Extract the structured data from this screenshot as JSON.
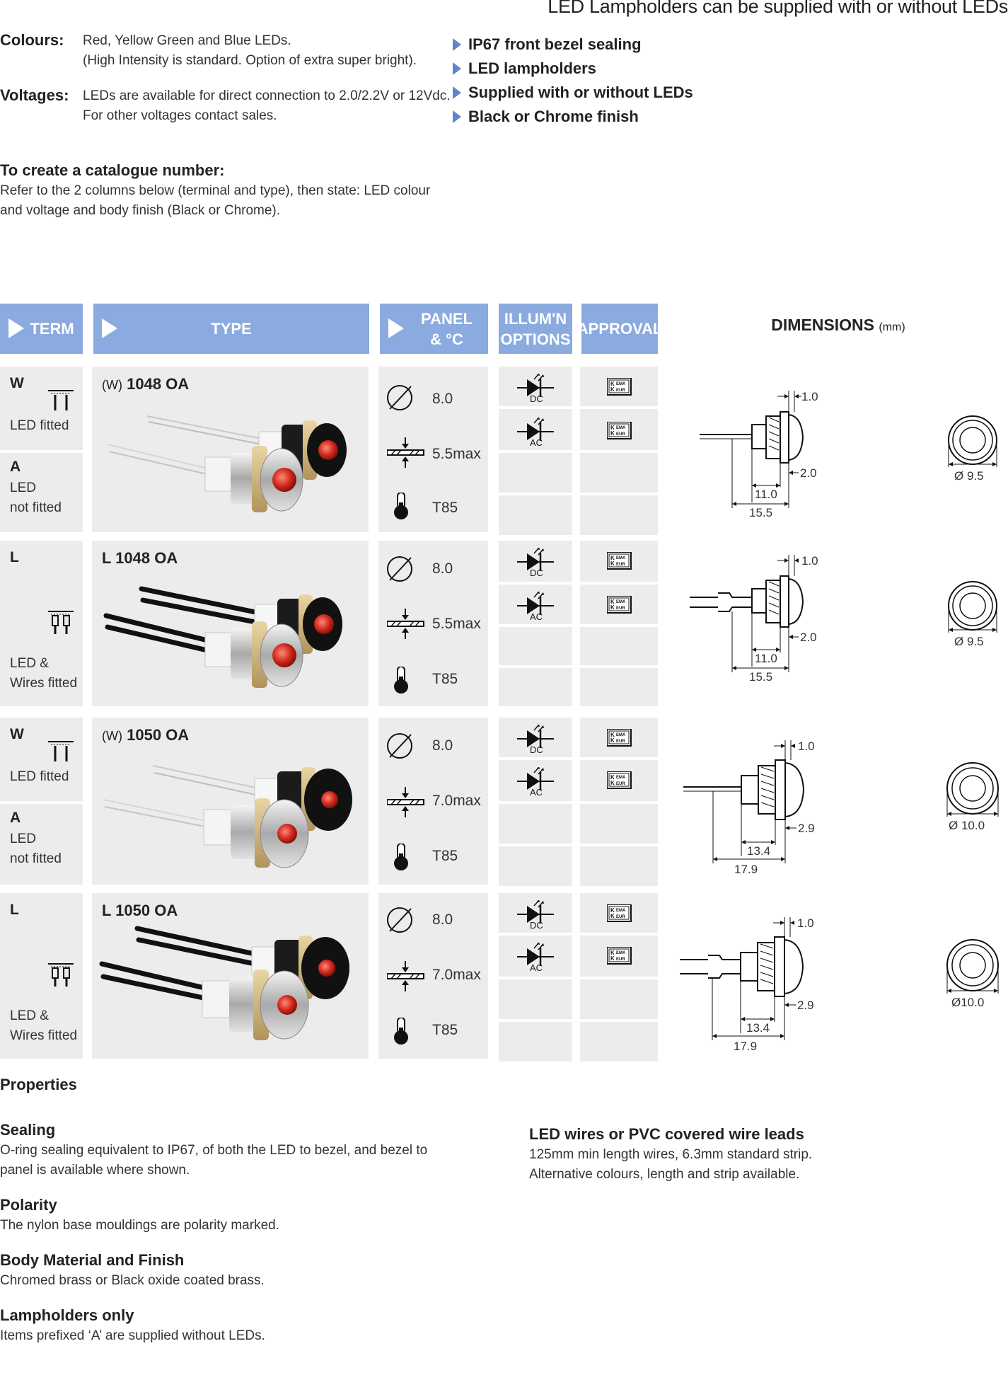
{
  "header": {
    "title": "LED Lampholders can be supplied with or without LEDs"
  },
  "specs": {
    "colours_label": "Colours:",
    "colours_line1": "Red, Yellow Green and Blue LEDs.",
    "colours_line2": "(High Intensity is standard.  Option of extra super bright).",
    "voltages_label": "Voltages:",
    "voltages_line1": "LEDs are available for direct connection to 2.0/2.2V or 12Vdc.",
    "voltages_line2": "For other voltages contact sales."
  },
  "bullets": [
    "IP67 front bezel sealing",
    "LED lampholders",
    "Supplied with or without LEDs",
    "Black or Chrome finish"
  ],
  "catalogue": {
    "title": "To create a catalogue number:",
    "text": "Refer to the 2 columns below (terminal and type), then state: LED colour and voltage and body finish (Black or Chrome)."
  },
  "table_headers": {
    "term": "TERM",
    "type": "TYPE",
    "panel_line1": "PANEL",
    "panel_line2": "& °C",
    "illum_line1": "ILLUM'N",
    "illum_line2": "OPTIONS",
    "approval": "APPROVAL",
    "dimensions": "DIMENSIONS",
    "dimensions_unit": "(mm)"
  },
  "rows": [
    {
      "term_a_letter": "W",
      "term_a_text": "LED fitted",
      "term_b_letter": "A",
      "term_b_line1": "LED",
      "term_b_line2": "not fitted",
      "type_prefix": "(W)",
      "type_name": "1048 OA",
      "panel_dia": "8.0",
      "panel_thick": "5.5max",
      "panel_temp": "T85",
      "illum": [
        "DC",
        "AC"
      ],
      "approval": "KEMA KEUR",
      "dims": {
        "top": "1.0",
        "side": "2.0",
        "inner": "11.0",
        "outer": "15.5",
        "dia": "Ø 9.5"
      }
    },
    {
      "term_a_letter": "L",
      "term_c_line1": "LED &",
      "term_c_line2": "Wires fitted",
      "type_prefix": "",
      "type_name": "L 1048 OA",
      "panel_dia": "8.0",
      "panel_thick": "5.5max",
      "panel_temp": "T85",
      "illum": [
        "DC",
        "AC"
      ],
      "approval": "KEMA KEUR",
      "dims": {
        "top": "1.0",
        "side": "2.0",
        "inner": "11.0",
        "outer": "15.5",
        "dia": "Ø 9.5"
      }
    },
    {
      "term_a_letter": "W",
      "term_a_text": "LED fitted",
      "term_b_letter": "A",
      "term_b_line1": "LED",
      "term_b_line2": "not fitted",
      "type_prefix": "(W)",
      "type_name": "1050 OA",
      "panel_dia": "8.0",
      "panel_thick": "7.0max",
      "panel_temp": "T85",
      "illum": [
        "DC",
        "AC"
      ],
      "approval": "KEMA KEUR",
      "dims": {
        "top": "1.0",
        "side": "2.9",
        "inner": "13.4",
        "outer": "17.9",
        "dia": "Ø 10.0"
      }
    },
    {
      "term_a_letter": "L",
      "term_c_line1": "LED &",
      "term_c_line2": "Wires fitted",
      "type_prefix": "",
      "type_name": "L 1050 OA",
      "panel_dia": "8.0",
      "panel_thick": "7.0max",
      "panel_temp": "T85",
      "illum": [
        "DC",
        "AC"
      ],
      "approval": "KEMA KEUR",
      "dims": {
        "top": "1.0",
        "side": "2.9",
        "inner": "13.4",
        "outer": "17.9",
        "dia": "Ø10.0"
      }
    }
  ],
  "properties": {
    "title": "Properties",
    "sealing_h": "Sealing",
    "sealing_t": "O-ring sealing equivalent to IP67, of both the LED to bezel, and bezel to panel is available where shown.",
    "polarity_h": "Polarity",
    "polarity_t": "The nylon base mouldings are polarity marked.",
    "body_h": "Body Material and Finish",
    "body_t": "Chromed brass or Black oxide coated brass.",
    "lamp_h": "Lampholders only",
    "lamp_t": "Items prefixed ‘A’ are supplied without LEDs.",
    "wires_h": "LED wires or PVC covered wire leads",
    "wires_t1": "125mm min length wires, 6.3mm standard strip.",
    "wires_t2": "Alternative colours, length and strip available."
  }
}
